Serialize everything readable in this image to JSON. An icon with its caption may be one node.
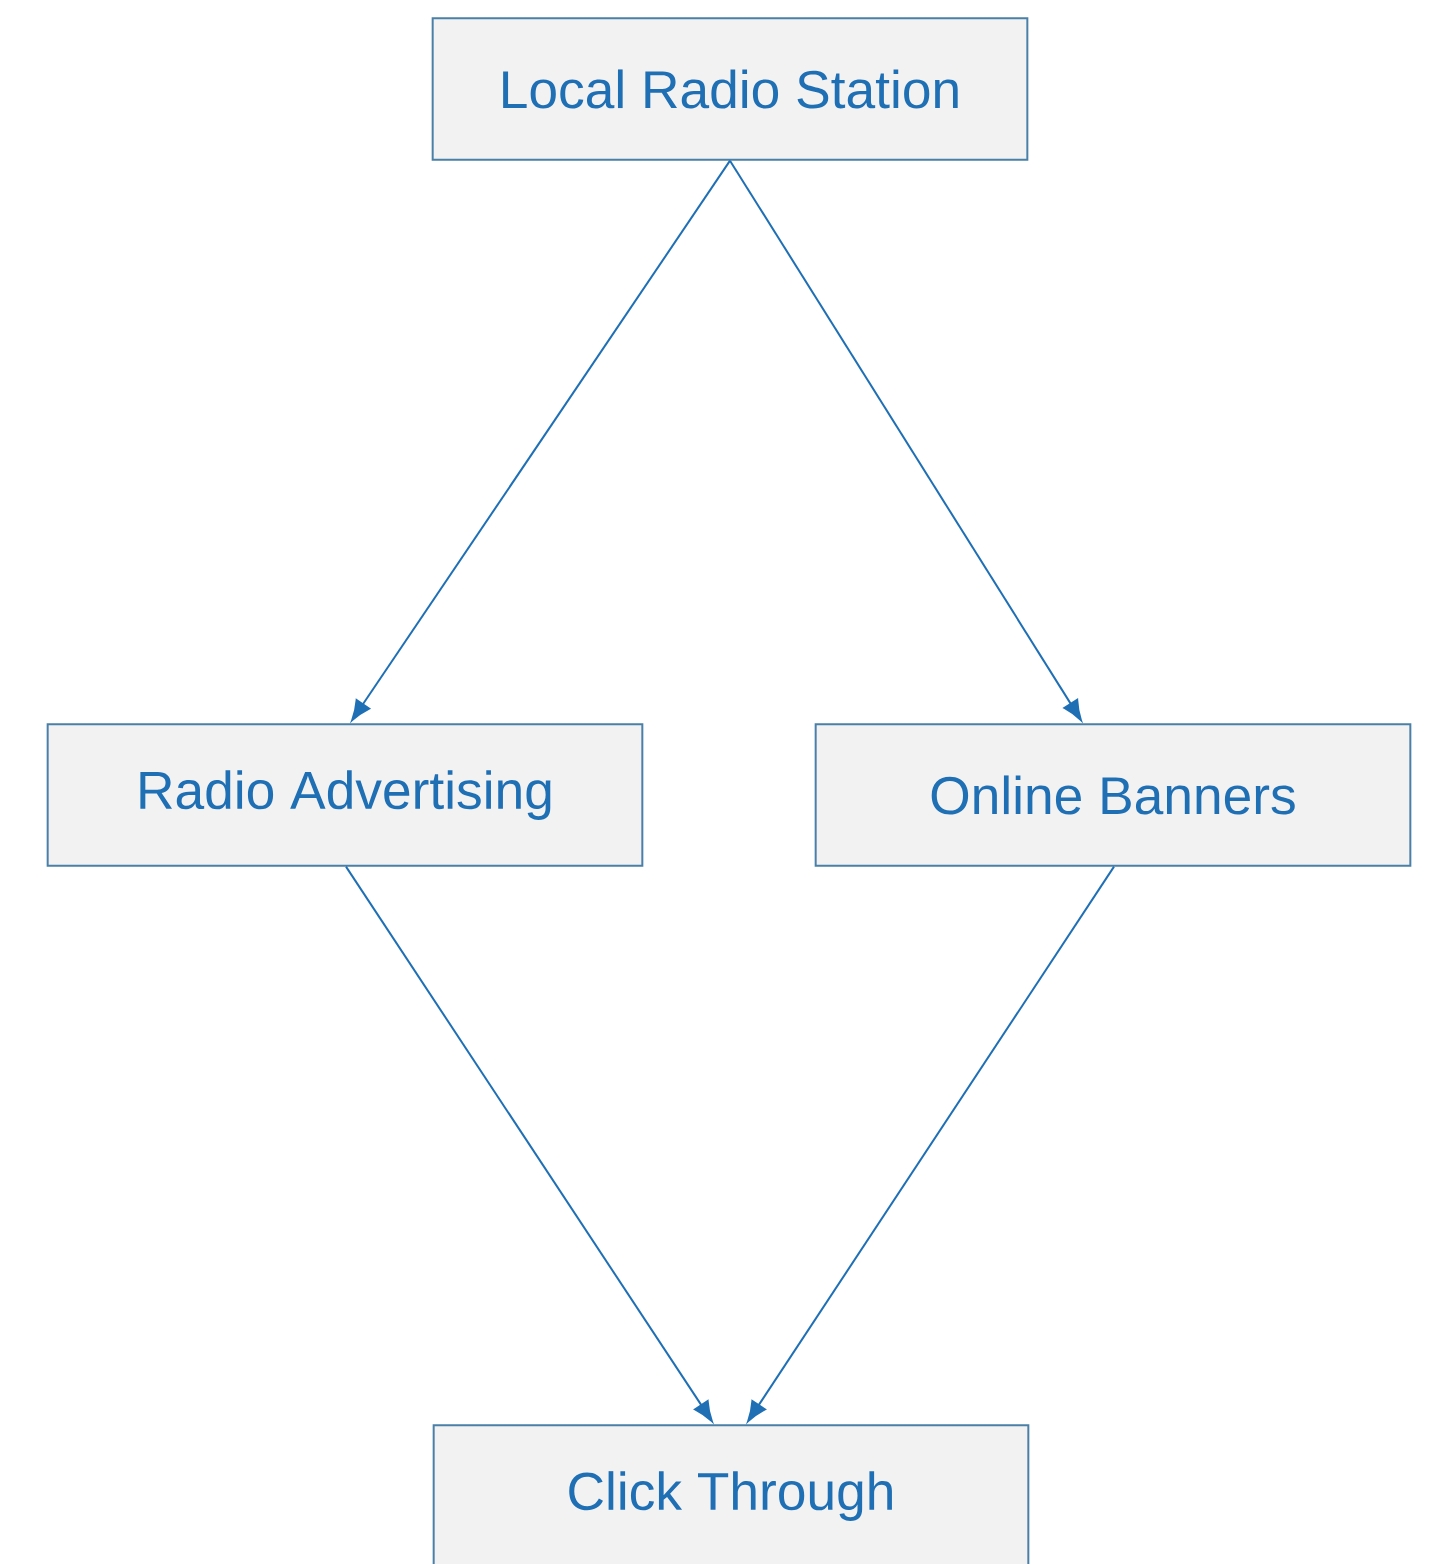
{
  "diagram": {
    "nodes": [
      {
        "text": [
          "Local Radio Station"
        ]
      },
      {
        "text": [
          "Radio Advertising"
        ]
      },
      {
        "text": [
          "Online Banners"
        ]
      },
      {
        "text": [
          "Click Through"
        ]
      }
    ],
    "edges": [
      {
        "from": 0,
        "to": 1,
        "arrow": "to"
      },
      {
        "from": 0,
        "to": 2,
        "arrow": "to"
      },
      {
        "from": 1,
        "to": 3,
        "arrow": "to"
      },
      {
        "from": 2,
        "to": 3,
        "arrow": "to"
      }
    ]
  }
}
